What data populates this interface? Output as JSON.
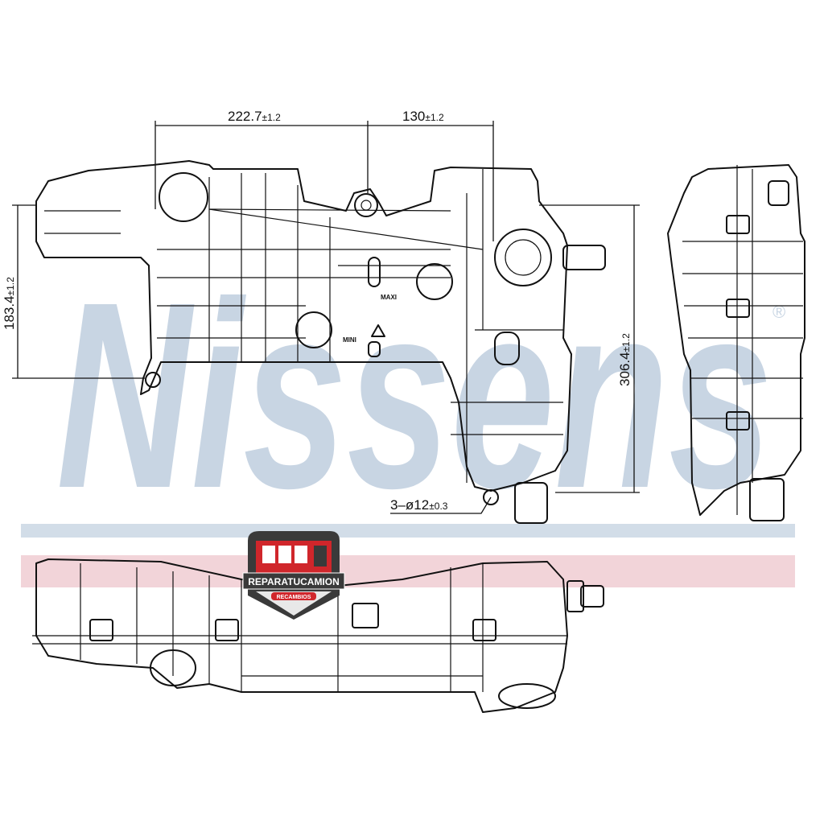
{
  "watermark": {
    "text": "Nissens",
    "registered": "®",
    "color": "#c8d5e3"
  },
  "stripes": {
    "blue": "#d2dde8",
    "pink": "#f2d4d9"
  },
  "dimensions": {
    "width_left": {
      "value": "222.7",
      "tol": "±1.2"
    },
    "width_right": {
      "value": "130",
      "tol": "±1.2"
    },
    "height_left": {
      "value": "183.4",
      "tol": "±1.2"
    },
    "height_right": {
      "value": "306.4",
      "tol": "±1.2"
    },
    "holes": {
      "value": "3–ø12",
      "tol": "±0.3"
    }
  },
  "markings": {
    "maxi": "MAXI",
    "mini": "MINI"
  },
  "logo": {
    "name": "REPARATUCAMION",
    "sub": "RECAMBIOS",
    "red": "#d0262b",
    "dark": "#3a3a3a"
  }
}
